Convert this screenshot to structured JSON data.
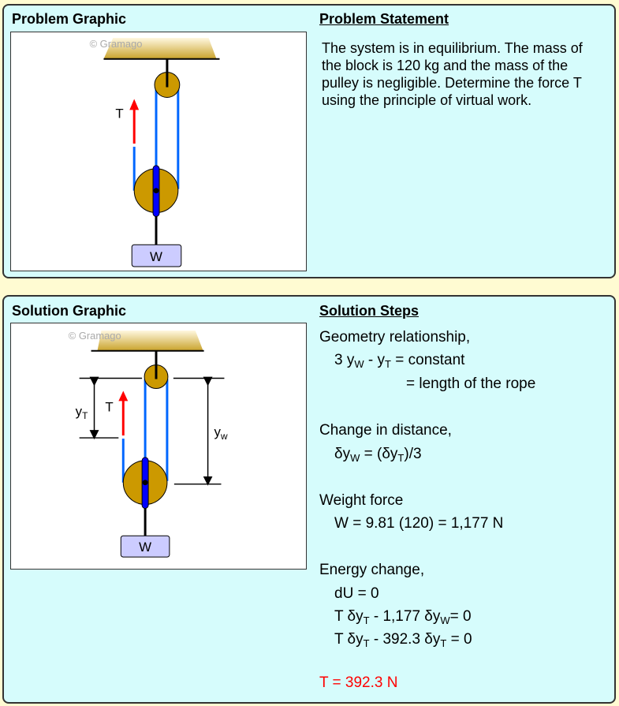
{
  "problem": {
    "graphic_title": "Problem Graphic",
    "statement_title": "Problem Statement",
    "statement": "The system is in equilibrium. The mass of the block is 120 kg and the mass of the pulley is negligible. Determine the force T using the principle of virtual work.",
    "watermark": "© Gramago",
    "label_T": "T",
    "label_W": "W"
  },
  "solution": {
    "graphic_title": "Solution Graphic",
    "steps_title": "Solution Steps",
    "watermark": "© Gramago",
    "label_T": "T",
    "label_W": "W",
    "label_yT": "y",
    "label_yT_sub": "T",
    "label_yw": "y",
    "label_yw_sub": "w",
    "steps": {
      "geom_head": "Geometry relationship,",
      "geom_1a": "3 y",
      "geom_1b": "W",
      "geom_1c": " - y",
      "geom_1d": "T",
      "geom_1e": " = constant",
      "geom_2": "= length of the rope",
      "dist_head": "Change in distance,",
      "dist_1a": "δy",
      "dist_1b": "W",
      "dist_1c": " = (δy",
      "dist_1d": "T",
      "dist_1e": ")/3",
      "weight_head": "Weight force",
      "weight_1": "W = 9.81 (120) = 1,177 N",
      "energy_head": "Energy change,",
      "energy_1": "dU = 0",
      "energy_2a": "T δy",
      "energy_2b": "T",
      "energy_2c": " - 1,177 δy",
      "energy_2d": "W",
      "energy_2e": "= 0",
      "energy_3a": "T δy",
      "energy_3b": "T",
      "energy_3c": " - 392.3 δy",
      "energy_3d": "T",
      "energy_3e": " = 0",
      "answer": "T = 392.3 N"
    }
  },
  "colors": {
    "answer": "#ff0000",
    "rope": "#0066ff",
    "pulley": "#cc9900",
    "force": "#ff0000",
    "block": "#ccccff"
  }
}
